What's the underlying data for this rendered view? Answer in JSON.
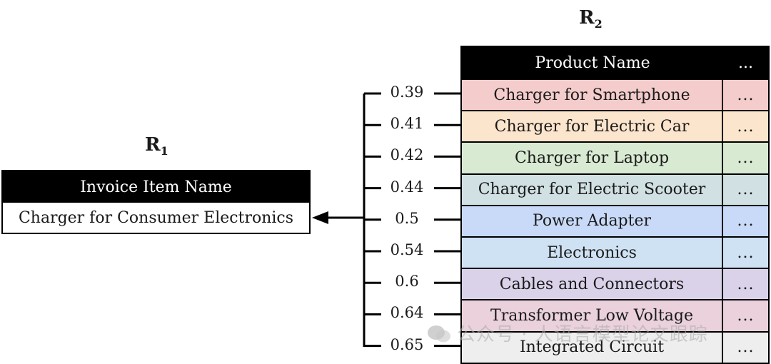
{
  "r1": {
    "label": "R",
    "subscript": "1",
    "header": "Invoice Item Name",
    "value": "Charger for Consumer Electronics"
  },
  "r2": {
    "label": "R",
    "subscript": "2",
    "header": "Product Name",
    "header_more": "...",
    "rows": [
      {
        "name": "Charger for Smartphone",
        "more": "...",
        "score": "0.39",
        "color": "#f4cccc"
      },
      {
        "name": "Charger for Electric Car",
        "more": "...",
        "score": "0.41",
        "color": "#fce5cd"
      },
      {
        "name": "Charger for Laptop",
        "more": "...",
        "score": "0.42",
        "color": "#d9ead3"
      },
      {
        "name": "Charger for Electric Scooter",
        "more": "...",
        "score": "0.44",
        "color": "#d0e0e3"
      },
      {
        "name": "Power Adapter",
        "more": "...",
        "score": "0.5",
        "color": "#c9daf8"
      },
      {
        "name": "Electronics",
        "more": "...",
        "score": "0.54",
        "color": "#cfe2f3"
      },
      {
        "name": "Cables and Connectors",
        "more": "...",
        "score": "0.6",
        "color": "#d9d2e9"
      },
      {
        "name": "Transformer Low Voltage",
        "more": "...",
        "score": "0.64",
        "color": "#ead1dc"
      },
      {
        "name": "Integrated Circuit",
        "more": "...",
        "score": "0.65",
        "color": "#eeeeee"
      }
    ]
  },
  "watermark": {
    "icon": "wechat-icon",
    "text": "公众号 · 人语言模型论文跟踪"
  }
}
